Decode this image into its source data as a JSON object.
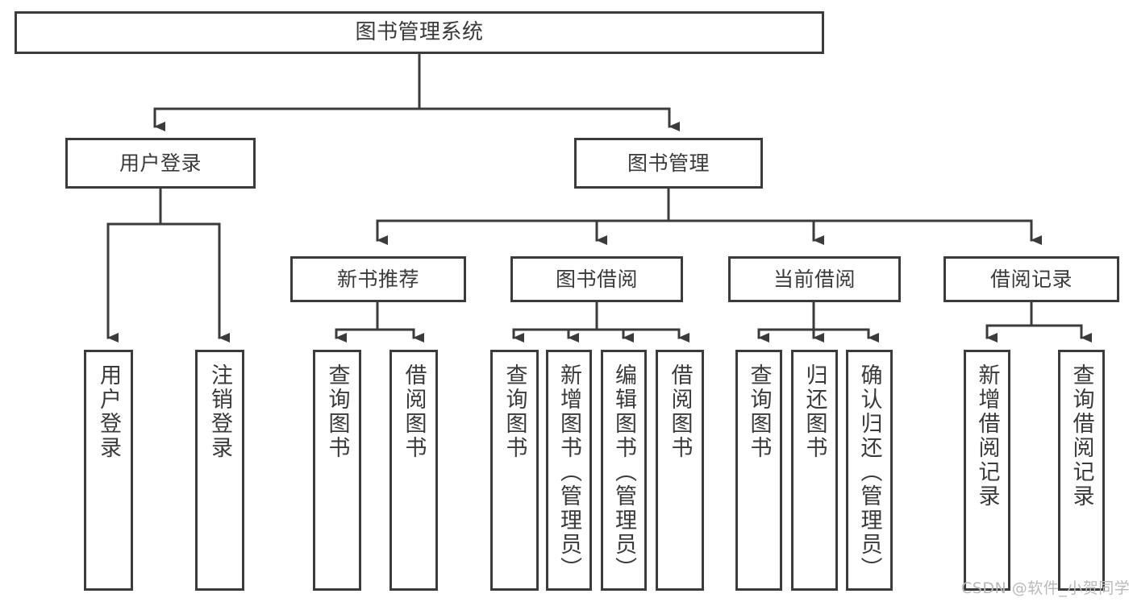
{
  "diagram": {
    "type": "tree-hierarchy-chart",
    "title_node": "图书管理系统",
    "stroke_color": "#3b3b3b",
    "text_color": "#3a3a3a",
    "background_color": "#ffffff",
    "nodes": {
      "root": {
        "label": "图书管理系统"
      },
      "level1": [
        {
          "id": "user-login",
          "label": "用户登录"
        },
        {
          "id": "book-management",
          "label": "图书管理"
        }
      ],
      "level2": [
        {
          "id": "new-book-recommend",
          "label": "新书推荐"
        },
        {
          "id": "book-borrow",
          "label": "图书借阅"
        },
        {
          "id": "current-borrow",
          "label": "当前借阅"
        },
        {
          "id": "borrow-record",
          "label": "借阅记录"
        }
      ],
      "leaves": [
        {
          "id": "leaf-user-login",
          "label": "用户登录",
          "parent": "user-login"
        },
        {
          "id": "leaf-logout-login",
          "label": "注销登录",
          "parent": "user-login"
        },
        {
          "id": "leaf-query-book-1",
          "label": "查询图书",
          "parent": "new-book-recommend"
        },
        {
          "id": "leaf-borrow-book-1",
          "label": "借阅图书",
          "parent": "new-book-recommend"
        },
        {
          "id": "leaf-query-book-2",
          "label": "查询图书",
          "parent": "book-borrow"
        },
        {
          "id": "leaf-add-book",
          "label": "新增图书（管理员）",
          "parent": "book-borrow"
        },
        {
          "id": "leaf-edit-book",
          "label": "编辑图书（管理员）",
          "parent": "book-borrow"
        },
        {
          "id": "leaf-borrow-book-2",
          "label": "借阅图书",
          "parent": "book-borrow"
        },
        {
          "id": "leaf-query-book-3",
          "label": "查询图书",
          "parent": "current-borrow"
        },
        {
          "id": "leaf-return-book",
          "label": "归还图书",
          "parent": "current-borrow"
        },
        {
          "id": "leaf-confirm-return",
          "label": "确认归还（管理员）",
          "parent": "current-borrow"
        },
        {
          "id": "leaf-add-record",
          "label": "新增借阅记录",
          "parent": "borrow-record"
        },
        {
          "id": "leaf-query-record",
          "label": "查询借阅记录",
          "parent": "borrow-record"
        }
      ]
    },
    "watermark": "CSDN @软件_小贺同学"
  }
}
